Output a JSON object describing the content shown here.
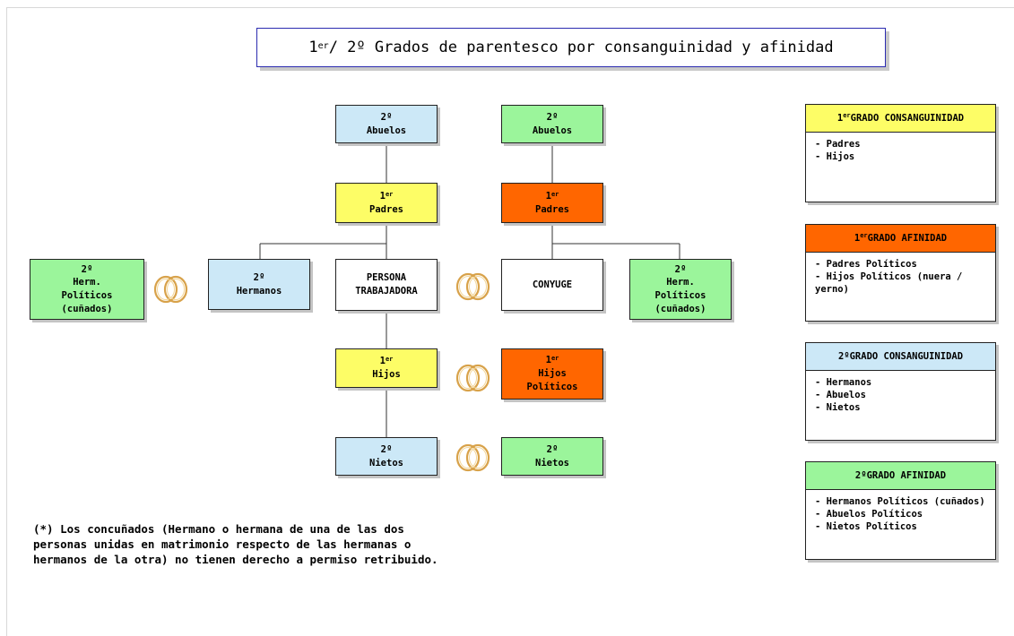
{
  "title": {
    "sup": "er",
    "text": " / 2º Grados de parentesco por consanguinidad y afinidad",
    "prefix": "1"
  },
  "nodes": {
    "abuelos_left": {
      "degree": "2º",
      "label": "Abuelos",
      "color": "#cce8f7"
    },
    "abuelos_right": {
      "degree": "2º",
      "label": "Abuelos",
      "color": "#9bf59b"
    },
    "padres_left": {
      "degree": "1",
      "sup": "er",
      "label": "Padres",
      "color": "#fdfd66"
    },
    "padres_right": {
      "degree": "1",
      "sup": "er",
      "label": "Padres",
      "color": "#ff6600"
    },
    "herm_politicos_left": {
      "degree": "2º",
      "label1": "Herm.",
      "label2": "Políticos",
      "label3": "(cuñados)",
      "color": "#9bf59b"
    },
    "hermanos": {
      "degree": "2º",
      "label": "Hermanos",
      "color": "#cce8f7"
    },
    "persona": {
      "label1": "PERSONA",
      "label2": "TRABAJADORA",
      "color": "#ffffff"
    },
    "conyuge": {
      "label": "CONYUGE",
      "color": "#ffffff"
    },
    "herm_politicos_right": {
      "degree": "2º",
      "label1": "Herm.",
      "label2": "Políticos",
      "label3": "(cuñados)",
      "color": "#9bf59b"
    },
    "hijos": {
      "degree": "1",
      "sup": "er",
      "label": "Hijos",
      "color": "#fdfd66"
    },
    "hijos_politicos": {
      "degree": "1",
      "sup": "er",
      "label1": "Hijos",
      "label2": "Políticos",
      "color": "#ff6600"
    },
    "nietos_left": {
      "degree": "2º",
      "label": "Nietos",
      "color": "#cce8f7"
    },
    "nietos_right": {
      "degree": "2º",
      "label": "Nietos",
      "color": "#9bf59b"
    }
  },
  "legend": [
    {
      "prefix": "1",
      "sup": "er",
      "title": " GRADO CONSANGUINIDAD",
      "color": "#fdfd66",
      "items": [
        "- Padres",
        "- Hijos"
      ]
    },
    {
      "prefix": "1",
      "sup": "er",
      "title": " GRADO AFINIDAD",
      "color": "#ff6600",
      "items": [
        "- Padres Políticos",
        "- Hijos Políticos (nuera / yerno)"
      ]
    },
    {
      "prefix": "2º",
      "sup": "",
      "title": " GRADO CONSANGUINIDAD",
      "color": "#cce8f7",
      "items": [
        "- Hermanos",
        "- Abuelos",
        "- Nietos"
      ]
    },
    {
      "prefix": "2º",
      "sup": "",
      "title": " GRADO AFINIDAD",
      "color": "#9bf59b",
      "items": [
        "- Hermanos Políticos (cuñados)",
        "- Abuelos Políticos",
        "- Nietos Políticos"
      ]
    }
  ],
  "note": "(*) Los concuñados (Hermano o hermana de una de las dos personas unidas en matrimonio respecto de las hermanas o hermanos de la otra) no tienen derecho a permiso retribuido.",
  "icons": {
    "rings": "wedding-rings-icon"
  }
}
